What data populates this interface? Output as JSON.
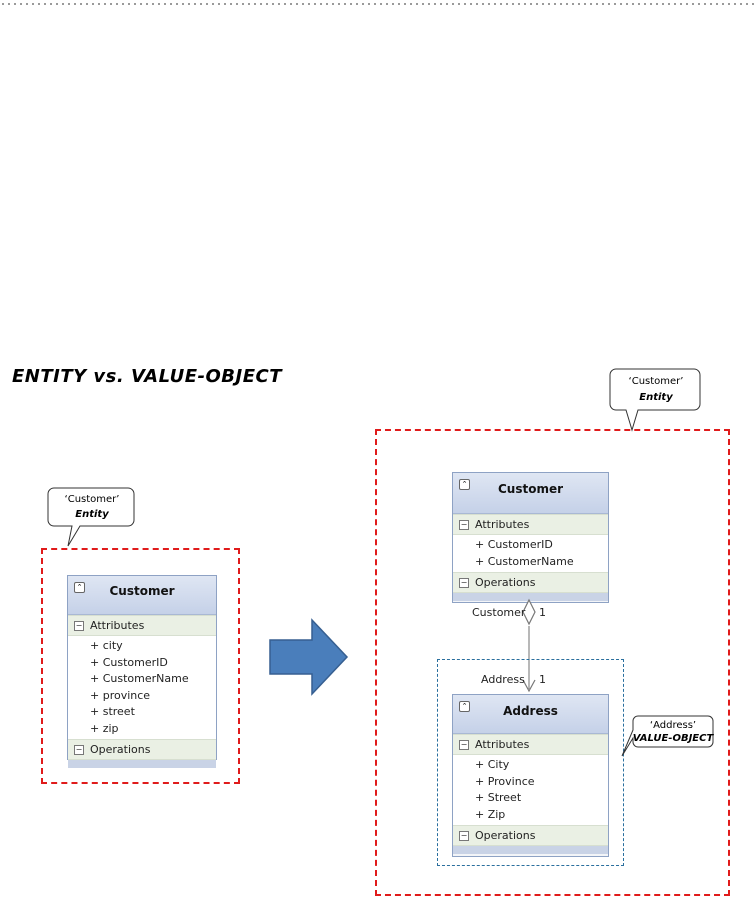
{
  "title": "ENTITY vs. VALUE-OBJECT",
  "left": {
    "callout": {
      "line1": "‘Customer’",
      "line2": "Entity"
    },
    "class": {
      "name": "Customer",
      "attributes_label": "Attributes",
      "attributes": [
        "+ city",
        "+ CustomerID",
        "+ CustomerName",
        "+ province",
        "+ street",
        "+ zip"
      ],
      "operations_label": "Operations"
    }
  },
  "right": {
    "callout": {
      "line1": "‘Customer’",
      "line2": "Entity"
    },
    "customer": {
      "name": "Customer",
      "attributes_label": "Attributes",
      "attributes": [
        "+ CustomerID",
        "+ CustomerName"
      ],
      "operations_label": "Operations"
    },
    "association": {
      "top_role": "Customer",
      "top_mult": "1",
      "bottom_role": "Address",
      "bottom_mult": "1"
    },
    "address": {
      "name": "Address",
      "attributes_label": "Attributes",
      "attributes": [
        "+ City",
        "+ Province",
        "+ Street",
        "+ Zip"
      ],
      "operations_label": "Operations"
    },
    "vo_callout": {
      "line1": "‘Address’",
      "line2": "VALUE-OBJECT"
    }
  },
  "colors": {
    "red_dash": "#e01b1b",
    "blue_dash": "#2a6f9e",
    "arrow": "#4a7ebb"
  }
}
